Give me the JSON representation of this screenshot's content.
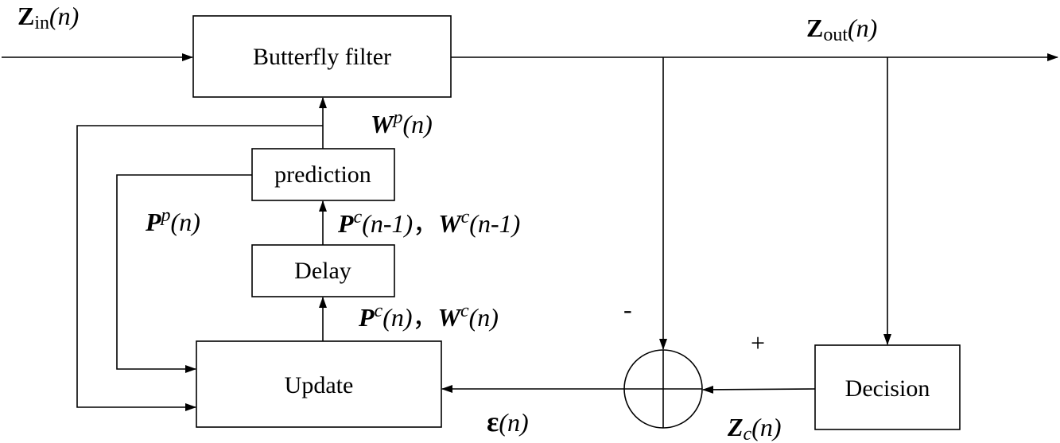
{
  "blocks": {
    "butterfly": "Butterfly filter",
    "prediction": "prediction",
    "delay": "Delay",
    "update": "Update",
    "decision": "Decision"
  },
  "signals": {
    "zin": {
      "base": "Z",
      "sub": "in",
      "arg": "(n)"
    },
    "zout": {
      "base": "Z",
      "sub": "out",
      "arg": "(n)"
    },
    "wp": {
      "base": "W",
      "sup": "p",
      "arg": "(n)"
    },
    "pp": {
      "base": "P",
      "sup": "p",
      "arg": "(n)"
    },
    "pc_prev": {
      "p": "P",
      "p_sup": "c",
      "p_arg": "(n-1)",
      "sep": "，",
      "w": "W",
      "w_sup": "c",
      "w_arg": "(n-1)"
    },
    "pc_cur": {
      "p": "P",
      "p_sup": "c",
      "p_arg": "(n)",
      "sep": "，",
      "w": "W",
      "w_sup": "c",
      "w_arg": "(n)"
    },
    "err": {
      "base": "ε",
      "arg": "(n)"
    },
    "zc": {
      "base": "Z",
      "sub": "c",
      "arg": "(n)"
    }
  },
  "signs": {
    "minus": "-",
    "plus": "+"
  }
}
